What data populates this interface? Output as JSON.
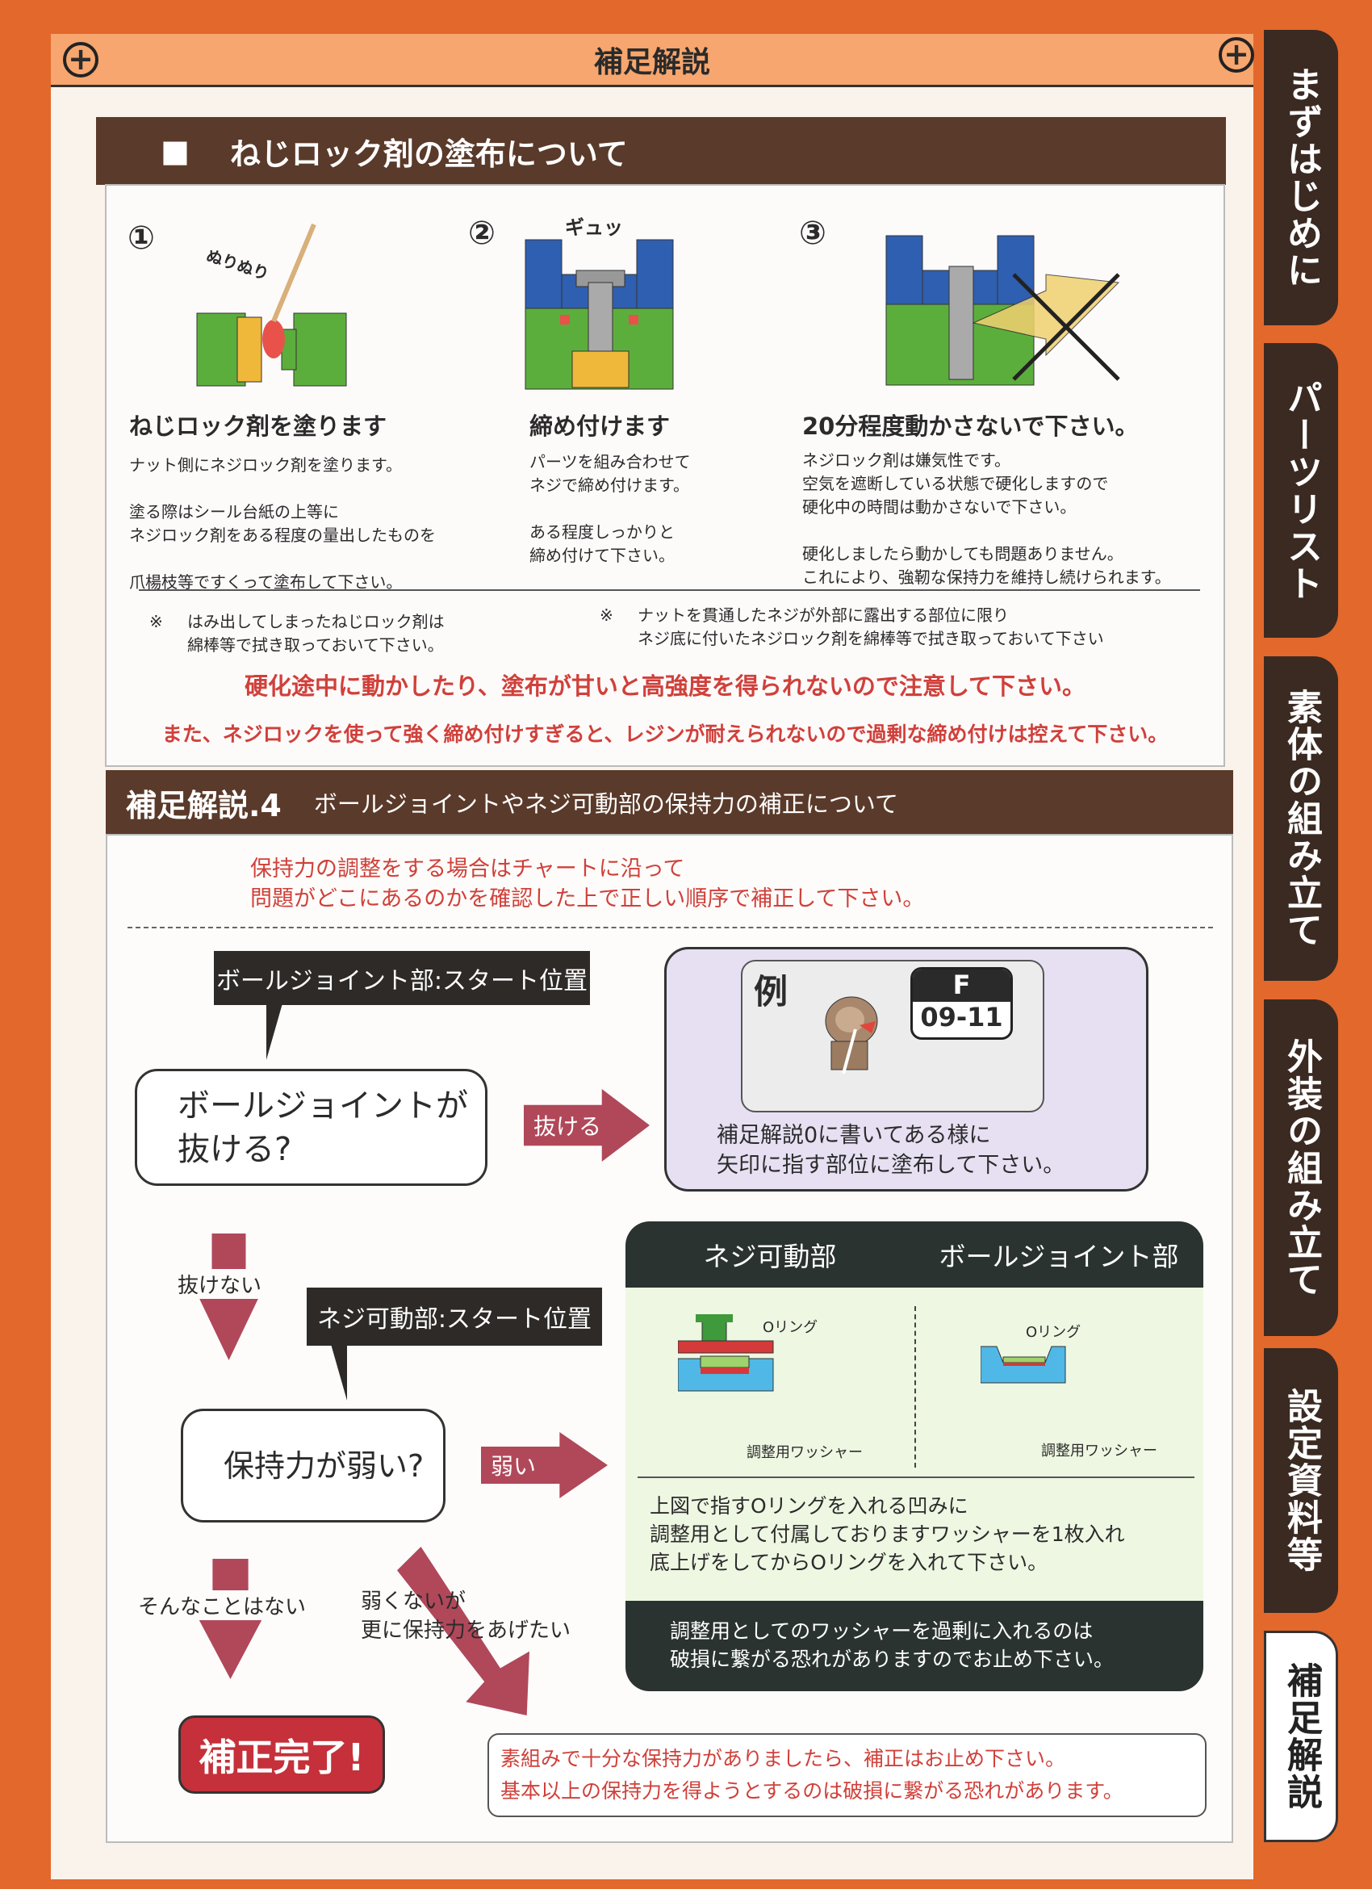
{
  "header": {
    "title": "補足解説",
    "plus": "+"
  },
  "tabs": [
    "まずはじめに",
    "パーツリスト",
    "素体の組み立て",
    "外装の組み立て",
    "設定資料等",
    "補足解説"
  ],
  "section1": {
    "title": "ねじロック剤の塗布について",
    "marker": "■",
    "steps": [
      {
        "num": "①",
        "annotation": "ぬりぬり",
        "heading": "ねじロック剤を塗ります",
        "text": "ナット側にネジロック剤を塗ります。\n\n塗る際はシール台紙の上等に\nネジロック剤をある程度の量出したものを\n\n爪楊枝等ですくって塗布して下さい。"
      },
      {
        "num": "②",
        "annotation": "ギュッ",
        "heading": "締め付けます",
        "text": "パーツを組み合わせて\nネジで締め付けます。\n\nある程度しっかりと\n締め付けて下さい。"
      },
      {
        "num": "③",
        "heading": "20分程度動かさないで下さい。",
        "text": "ネジロック剤は嫌気性です。\n空気を遮断している状態で硬化しますので\n硬化中の時間は動かさないで下さい。\n\n硬化しましたら動かしても問題ありません。\nこれにより、強靭な保持力を維持し続けられます。"
      }
    ],
    "notes": [
      {
        "mark": "※",
        "text": "はみ出してしまったねじロック剤は\n綿棒等で拭き取っておいて下さい。"
      },
      {
        "mark": "※",
        "text": "ナットを貫通したネジが外部に露出する部位に限り\nネジ底に付いたネジロック剤を綿棒等で拭き取っておいて下さい"
      }
    ],
    "warning1": "硬化途中に動かしたり、塗布が甘いと高強度を得られないので注意して下さい。",
    "warning2": "また、ネジロックを使って強く締め付けすぎると、レジンが耐えられないので過剰な締め付けは控えて下さい。"
  },
  "section2": {
    "title_num": "補足解説.4",
    "title": "ボールジョイントやネジ可動部の保持力の補正について",
    "intro": "保持力の調整をする場合はチャートに沿って\n問題がどこにあるのかを確認した上で正しい順序で補正して下さい。",
    "start_ball": "ボールジョイント部:スタート位置",
    "q1": "ボールジョイントが\n抜ける?",
    "arrow_nukeru": "抜ける",
    "example": {
      "label": "例",
      "part_letter": "F",
      "part_code": "09-11",
      "text": "補足解説0に書いてある様に\n矢印に指す部位に塗布して下さい。"
    },
    "arrow_nukenai": "抜けない",
    "start_screw": "ネジ可動部:スタート位置",
    "q2": "保持力が弱い?",
    "arrow_weak": "弱い",
    "panel": {
      "col1": "ネジ可動部",
      "col2": "ボールジョイント部",
      "oring": "Oリング",
      "washer": "調整用ワッシャー",
      "text": "上図で指すOリングを入れる凹みに\n調整用として付属しておりますワッシャーを1枚入れ\n底上げをしてからOリングを入れて下さい。",
      "warning": "調整用としてのワッシャーを過剰に入れるのは\n破損に繋がる恐れがありますのでお止め下さい。"
    },
    "arrow_no": "そんなことはない",
    "arrow_more": "弱くないが\n更に保持力をあげたい",
    "done": "補正完了!",
    "final_note": "素組みで十分な保持力がありましたら、補正はお止め下さい。\n基本以上の保持力を得ようとするのは破損に繋がる恐れがあります。"
  }
}
